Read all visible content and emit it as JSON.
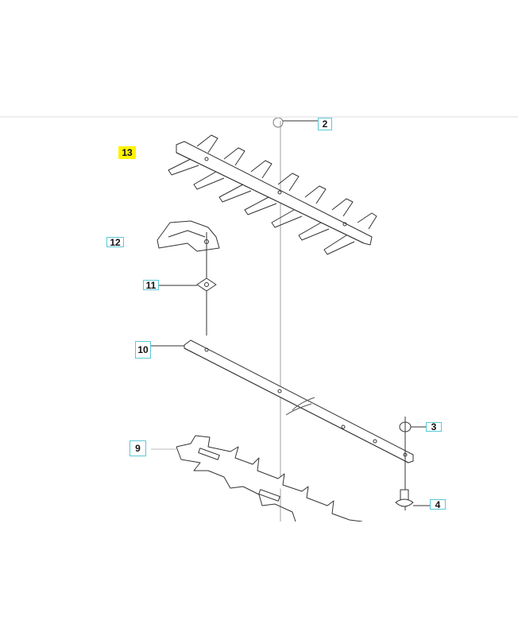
{
  "diagram": {
    "type": "exploded-parts-view",
    "subject": "hedge trimmer blade assembly",
    "colors": {
      "callout_border": "#5bc8d6",
      "highlight": "#fff200",
      "line": "#333333",
      "frame_edge": "#d8d8d8"
    },
    "callouts": [
      {
        "id": "2",
        "label": "2",
        "part": "nut (top)",
        "highlighted": false
      },
      {
        "id": "13",
        "label": "13",
        "part": "upper cutting blade",
        "highlighted": true
      },
      {
        "id": "12",
        "label": "12",
        "part": "blade guide bracket",
        "highlighted": false
      },
      {
        "id": "11",
        "label": "11",
        "part": "square washer",
        "highlighted": false
      },
      {
        "id": "10",
        "label": "10",
        "part": "connecting bar",
        "highlighted": false
      },
      {
        "id": "3",
        "label": "3",
        "part": "nut",
        "highlighted": false
      },
      {
        "id": "9",
        "label": "9",
        "part": "lower cutting blade",
        "highlighted": false
      },
      {
        "id": "4",
        "label": "4",
        "part": "screw",
        "highlighted": false
      }
    ]
  }
}
